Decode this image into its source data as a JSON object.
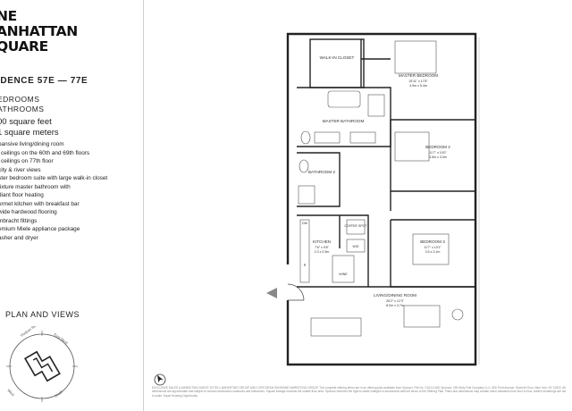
{
  "logo": {
    "line1": "NE",
    "line2": "ANHATTAN",
    "line3": "QUARE"
  },
  "residence": "IDENCE 57E — 77E",
  "rooms": {
    "bedrooms": "EDROOMS",
    "bathrooms": "ATHROOMS"
  },
  "area": {
    "feet": "00 square feet",
    "meters": "1 square meters"
  },
  "features": [
    "pansive living/dining room",
    "' ceilings on the 60th and 69th floors",
    "' ceilings on 77th floor",
    "city & river views",
    "ster bedroom suite with large walk-in closet",
    "fixture master bathroom with",
    "diant floor heating",
    "urmet kitchen with breakfast bar",
    "wide hardwood flooring",
    "mbracht fittings",
    "emium Miele appliance package",
    "asher and dryer"
  ],
  "plan_title": "PLAN AND VIEWS",
  "compass": {
    "n": "Hudson River",
    "e": "East River",
    "s": "South",
    "w": "West"
  },
  "rooms_plan": {
    "closet": {
      "name": "WALK-IN CLOSET"
    },
    "master_bedroom": {
      "name": "MASTER BEDROOM",
      "ft": "15'11\" x 17'5\"",
      "m": "4.9m x 5.4m"
    },
    "master_bath": {
      "name": "MASTER BATHROOM"
    },
    "bedroom2": {
      "name": "BEDROOM 2",
      "ft": "11'7\" x 10'0\"",
      "m": "3.5m x 3.0m"
    },
    "bathroom2": {
      "name": "BATHROOM 2"
    },
    "kitchen": {
      "name": "KITCHEN",
      "ft": "7'6\" x 9'8\"",
      "m": "2.3 x 2.9m"
    },
    "coffee": "COFFEE SPOT",
    "wd": "W/D",
    "dw": "DW",
    "ref": "R",
    "wine": "WINE",
    "bedroom3": {
      "name": "BEDROOM 3",
      "ft": "11'7\" x 10'1\"",
      "m": "3.5 x 3.1m"
    },
    "living": {
      "name": "LIVING/DINING ROOM",
      "ft": "26'2\" x 12'3\"",
      "m": "8.0m x 3.7m"
    }
  },
  "fine_print": "EXCLUSIVE SALES & MARKETING AGENT: EXTELL MARKETING GROUP AND CORCORAN SUNSHINE MARKETING GROUP. The complete offering terms are in an offering plan available from Sponsor. File No. CD14-0165. Sponsor: 250 Sixty First Company LLC, 805 Third Avenue, Seventh Floor, New York, NY 10022. All dimensions are approximate and subject to normal construction variances and tolerances. Square footage exceeds the usable floor area. Sponsor reserves the right to make changes in accordance with the terms of the Offering Plan. Plans and dimensions may contain minor variations from floor to floor. Artist's renderings are not to scale. Equal Housing Opportunity."
}
